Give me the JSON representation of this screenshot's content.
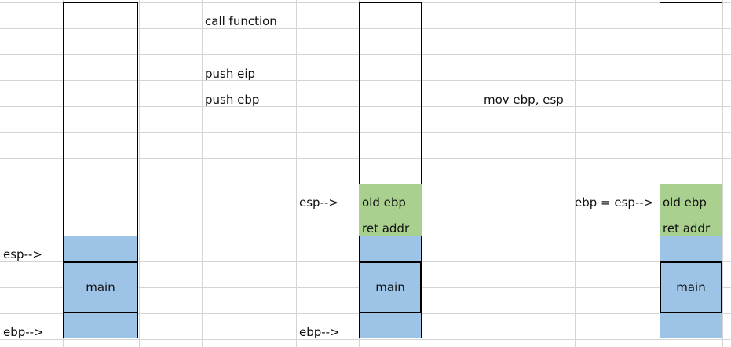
{
  "colors": {
    "grid": "#d4d4d4",
    "border": "#000000",
    "main_fill": "#9dc3e6",
    "frame_fill": "#a9d08e",
    "background": "#ffffff"
  },
  "instructions": {
    "call": "call  function",
    "push_eip": "push  eip",
    "push_ebp": "push  ebp",
    "mov": "mov ebp, esp"
  },
  "stacks": [
    {
      "main_label": "main",
      "pointers": [
        {
          "text": "esp-->"
        },
        {
          "text": "ebp-->"
        }
      ],
      "frame_cells": []
    },
    {
      "main_label": "main",
      "pointers": [
        {
          "text": "esp-->"
        },
        {
          "text": "ebp-->"
        }
      ],
      "frame_cells": [
        {
          "label": "old ebp"
        },
        {
          "label": "ret addr"
        }
      ]
    },
    {
      "main_label": "main",
      "pointers": [
        {
          "text": "ebp = esp-->"
        }
      ],
      "frame_cells": [
        {
          "label": "old ebp"
        },
        {
          "label": "ret addr"
        }
      ]
    }
  ]
}
